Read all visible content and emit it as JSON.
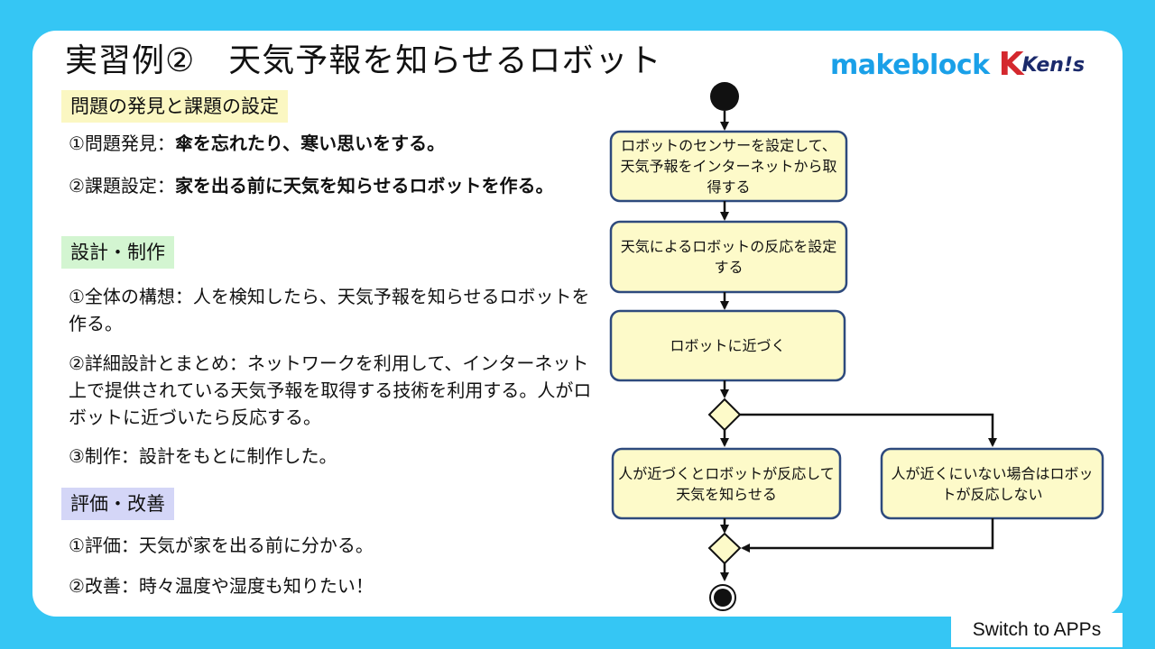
{
  "title": "実習例②　天気予報を知らせるロボット",
  "logo": {
    "brand": "makeblock",
    "partner_k": "K",
    "partner_rest": "Ken!s"
  },
  "sections": [
    {
      "heading": "問題の発見と課題の設定",
      "items": [
        {
          "label": "①問題発見：",
          "text": "傘を忘れたり、寒い思いをする。"
        },
        {
          "label": "②課題設定：",
          "text": "家を出る前に天気を知らせるロボットを作る。"
        }
      ]
    },
    {
      "heading": "設計・制作",
      "items": [
        {
          "text": "①全体の構想：人を検知したら、天気予報を知らせるロボットを作る。"
        },
        {
          "text": "②詳細設計とまとめ：ネットワークを利用して、インターネット上で提供されている天気予報を取得する技術を利用する。人がロボットに近づいたら反応する。"
        },
        {
          "text": "③制作：設計をもとに制作した。"
        }
      ]
    },
    {
      "heading": "評価・改善",
      "items": [
        {
          "text": "①評価：天気が家を出る前に分かる。"
        },
        {
          "text": "②改善：時々温度や湿度も知りたい！"
        }
      ]
    }
  ],
  "flow": {
    "step1": "ロボットのセンサーを設定して、天気予報をインターネットから取得する",
    "step2": "天気によるロボットの反応を設定する",
    "step3": "ロボットに近づく",
    "yes_branch": "人が近づくとロボットが反応して天気を知らせる",
    "no_branch": "人が近くにいない場合はロボットが反応しない"
  },
  "switch_button": "Switch to APPs",
  "colors": {
    "background": "#35c6f4",
    "box_fill": "#fdfac9",
    "box_border": "#2e4a7d",
    "decision_fill": "#fdfac9"
  }
}
